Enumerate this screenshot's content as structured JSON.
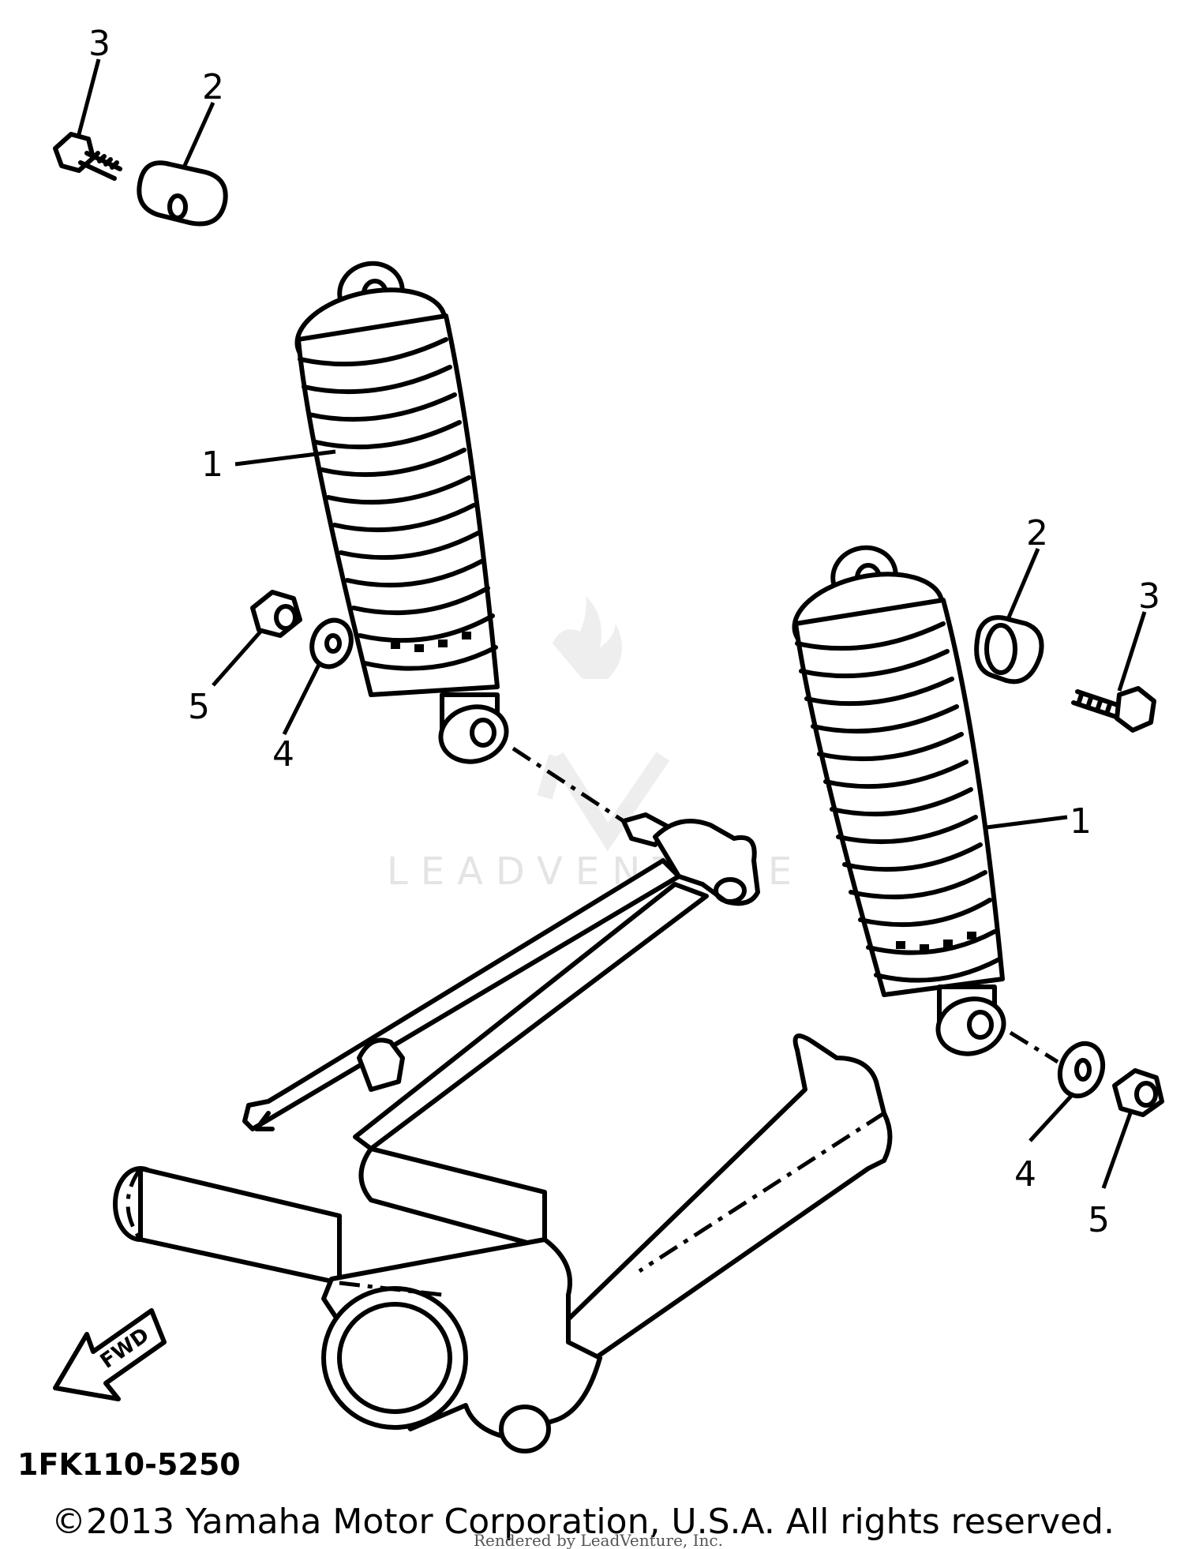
{
  "callouts": {
    "top_3": "3",
    "top_2": "2",
    "left_1": "1",
    "left_5": "5",
    "left_4": "4",
    "right_2": "2",
    "right_3": "3",
    "right_1": "1",
    "right_4": "4",
    "right_5": "5"
  },
  "fwd_label": "FWD",
  "part_code": "1FK110-5250",
  "copyright": "©2013 Yamaha Motor Corporation, U.S.A. All rights reserved.",
  "watermark": "LEADVENTURE",
  "rendered_by": "Rendered by LeadVenture, Inc."
}
